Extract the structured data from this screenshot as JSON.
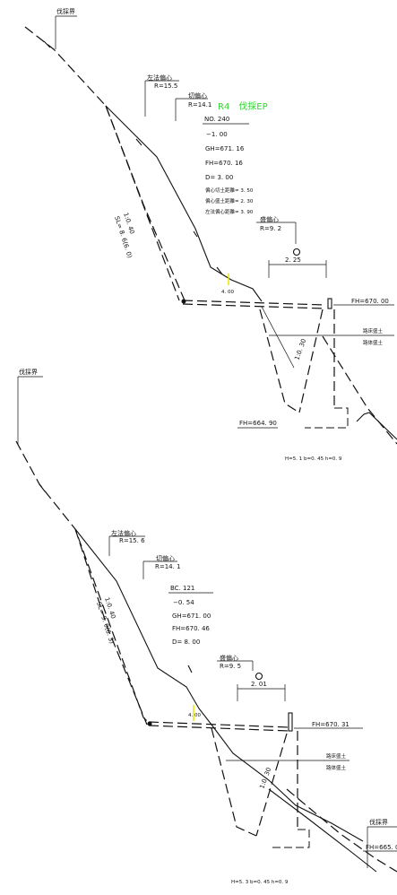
{
  "section1": {
    "felling_boundary": "伐採界",
    "left_slope_center": "左法偏心",
    "left_slope_r": "R=15.5",
    "cut_center": "切偏心",
    "cut_r": "R=14.1",
    "green_label": "R4　伐採EP",
    "station": "NO. 240",
    "diff": "−1. 00",
    "gh": "GH=671. 16",
    "fh": "FH=670. 16",
    "d": "D=  3. 00",
    "cut_dist": "偏心切土距離=  3. 50",
    "fill_dist": "偏心盛土距離=  2. 30",
    "left_dist": "左法偏心距離=  3. 90",
    "fill_center": "盛偏心",
    "fill_r": "R=9. 2",
    "width_mark": "2. 25",
    "bench": "4. 00",
    "fh_right": "FH=670. 00",
    "subgrade_fill": "路床盛土",
    "body_fill": "路体盛土",
    "slope_ratio": "1:0. 40",
    "slope_sl": "SL= 8. 6(6. 0)",
    "ditch_ratio": "1:0. 30",
    "fh_bottom": "FH=664. 90",
    "dims": "H=5. 1  b=0. 45  h=0. 9"
  },
  "section2": {
    "felling_boundary": "伐採界",
    "left_slope_center": "左法偏心",
    "left_slope_r": "R=15. 6",
    "cut_center": "切偏心",
    "cut_r": "R=14. 1",
    "station": "BC. 121",
    "diff": "−0. 54",
    "gh": "GH=671. 00",
    "fh": "FH=670. 46",
    "d": "D=  8. 00",
    "fill_center": "盛偏心",
    "fill_r": "R=9. 5",
    "width_mark": "2. 01",
    "bench": "4. 00",
    "fh_right": "FH=670. 31",
    "subgrade_fill": "路床盛土",
    "body_fill": "路体盛土",
    "slope_ratio": "1:0. 40",
    "slope_sl": "SL= 9. 0(6. 3)",
    "ditch_ratio": "1:0. 30",
    "felling_boundary_right": "伐採界",
    "fh_bottom_right": "FH=665. 0",
    "dims": "H=5. 3  b=0. 45  h=0. 9"
  }
}
